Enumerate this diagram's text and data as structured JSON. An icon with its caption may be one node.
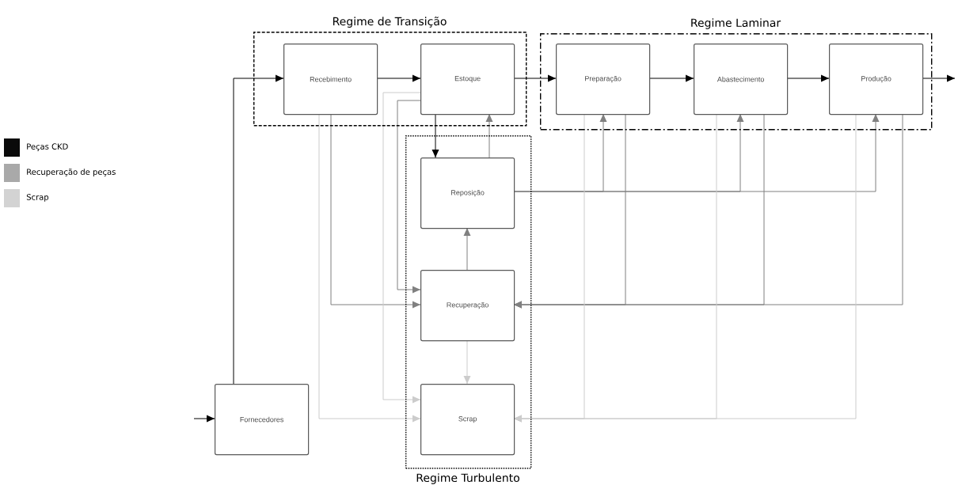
{
  "diagram": {
    "nodes": [
      {
        "text": [
          "Regime de Transição"
        ]
      },
      {
        "text": [
          "Recebimento"
        ],
        "in": 0
      },
      {
        "text": [
          "Estoque"
        ],
        "in": 0
      },
      {
        "text": [
          "Regime Laminar"
        ]
      },
      {
        "text": [
          "Preparação"
        ],
        "in": 3
      },
      {
        "text": [
          "Abastecimento"
        ],
        "in": 3
      },
      {
        "text": [
          "Produção"
        ],
        "in": 3
      },
      {
        "text": [
          "Regime Turbulento"
        ]
      },
      {
        "text": [
          "Reposição"
        ],
        "in": 7
      },
      {
        "text": [
          "Recuperação"
        ],
        "in": 7
      },
      {
        "text": [
          "Scrap"
        ],
        "in": 7
      },
      {
        "text": [
          "Fornecedores"
        ]
      }
    ],
    "edges": [
      {
        "from": null,
        "to": 11,
        "arrow": "to",
        "color": "#000000"
      },
      {
        "from": 11,
        "to": 1,
        "arrow": "to",
        "color": "#000000"
      },
      {
        "from": 1,
        "to": 2,
        "arrow": "to",
        "color": "#000000"
      },
      {
        "from": 2,
        "to": 4,
        "arrow": "to",
        "color": "#000000"
      },
      {
        "from": 4,
        "to": 5,
        "arrow": "to",
        "color": "#000000"
      },
      {
        "from": 5,
        "to": 6,
        "arrow": "to",
        "color": "#000000"
      },
      {
        "from": 6,
        "to": null,
        "arrow": "to",
        "color": "#000000"
      },
      {
        "from": 2,
        "to": 8,
        "arrow": "to",
        "color": "#000000"
      },
      {
        "from": 8,
        "to": 2,
        "arrow": "to"
      },
      {
        "from": 9,
        "to": 8,
        "arrow": "to"
      },
      {
        "from": 8,
        "to": 4,
        "arrow": "to"
      },
      {
        "from": 8,
        "to": 5,
        "arrow": "to"
      },
      {
        "from": 8,
        "to": 6,
        "arrow": "to"
      },
      {
        "from": 1,
        "to": 9,
        "arrow": "to"
      },
      {
        "from": 2,
        "to": 9,
        "arrow": "to"
      },
      {
        "from": 4,
        "to": 9,
        "arrow": "to"
      },
      {
        "from": 5,
        "to": 9,
        "arrow": "to"
      },
      {
        "from": 6,
        "to": 9,
        "arrow": "to"
      },
      {
        "from": 9,
        "to": 10,
        "arrow": "to",
        "color": "#cccccc"
      },
      {
        "from": 1,
        "to": 10,
        "arrow": "to",
        "color": "#cccccc"
      },
      {
        "from": 2,
        "to": 10,
        "arrow": "to",
        "color": "#cccccc"
      },
      {
        "from": 4,
        "to": 10,
        "arrow": "to",
        "color": "#cccccc"
      },
      {
        "from": 5,
        "to": 10,
        "arrow": "to",
        "color": "#cccccc"
      },
      {
        "from": 6,
        "to": 10,
        "arrow": "to",
        "color": "#cccccc"
      }
    ],
    "legend": [
      {
        "text": "Peças CKD",
        "color": "#0a0a0a"
      },
      {
        "text": "Recuperação de peças",
        "color": "#a9a9a9"
      },
      {
        "text": "Scrap",
        "color": "#d3d3d3"
      }
    ]
  }
}
